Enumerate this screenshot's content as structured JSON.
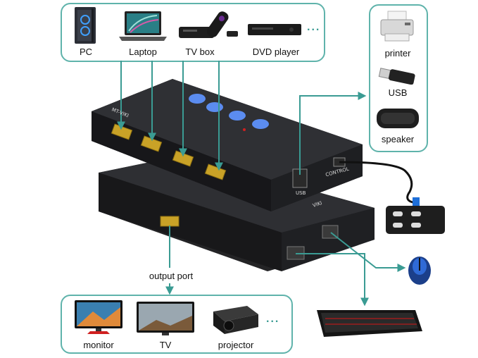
{
  "sources": {
    "pc": "PC",
    "laptop": "Laptop",
    "tvbox": "TV box",
    "dvd": "DVD player",
    "more": "..."
  },
  "peripherals": {
    "printer": "printer",
    "usb": "USB",
    "speaker": "speaker"
  },
  "outputs": {
    "monitor": "monitor",
    "tv": "TV",
    "projector": "projector",
    "more": "..."
  },
  "switch": {
    "brand_top": "MT-VIKI",
    "brand_bottom": "VIKI",
    "usb_port": "USB",
    "control_port": "CONTROL",
    "output_port_label": "output port"
  },
  "colors": {
    "accent": "#5fb3ab",
    "device": "#1c1c1e",
    "button_blue": "#5b8cf0"
  }
}
